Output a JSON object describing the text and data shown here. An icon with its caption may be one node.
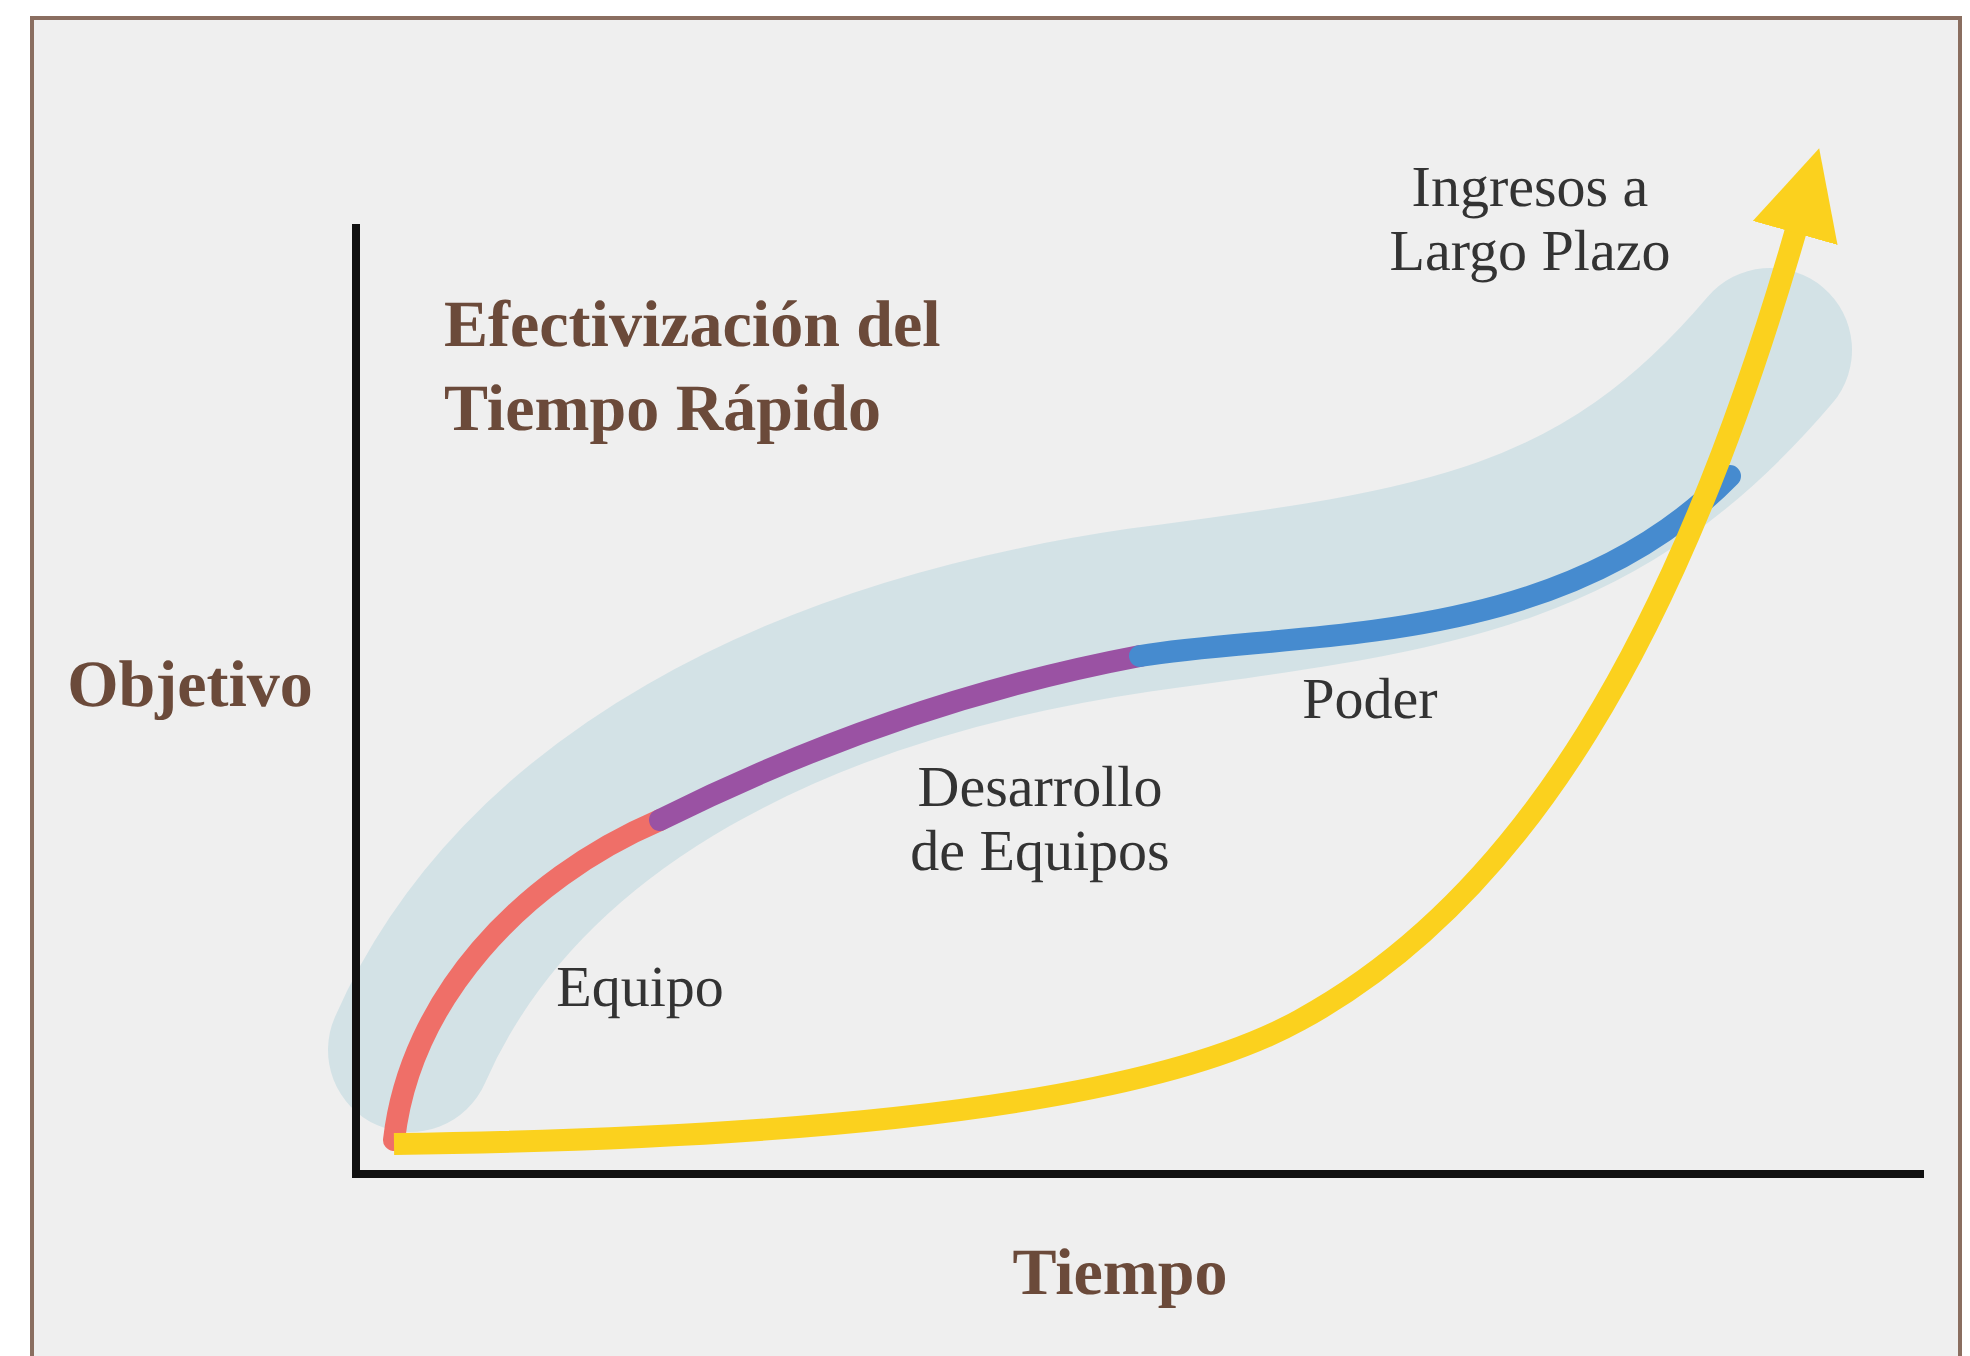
{
  "diagram": {
    "title": "Efectivización del Tiempo Rápido",
    "labels": [
      "Ingresos a Largo Plazo",
      "Objetivo",
      "Desarrollo de Equipos",
      "Poder",
      "Equipo",
      "Tiempo"
    ]
  }
}
